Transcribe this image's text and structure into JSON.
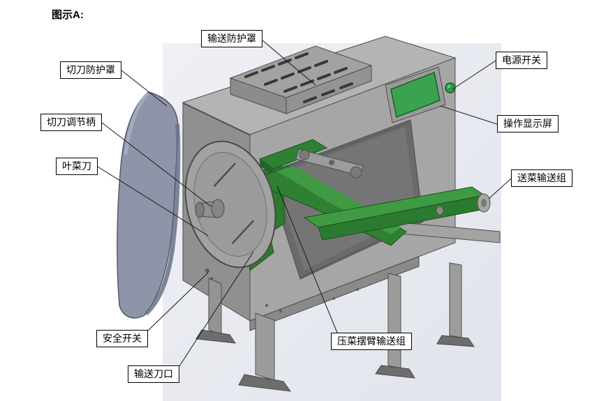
{
  "figure": {
    "caption": "图示A:"
  },
  "labels": {
    "conveyor_guard": "输送防护罩",
    "power_switch": "电源开关",
    "cutter_guard": "切刀防护罩",
    "operation_display": "操作显示屏",
    "cutter_adjust_handle": "切刀调节柄",
    "leaf_knife": "叶菜刀",
    "feed_conveyor": "送菜输送组",
    "safety_switch": "安全开关",
    "press_arm_conveyor": "压菜摆臂输送组",
    "conveyor_knife_edge": "输送刀口"
  },
  "colors": {
    "backdrop": "#e9ebf1",
    "machine_body": "#a6a6a6",
    "machine_body_dark": "#8f8f8f",
    "guard_cover_blue_gray": "#8e95a9",
    "belt_green": "#2f8033",
    "belt_green_light": "#3f9a43",
    "display_screen_green": "#3aa34f",
    "power_button_green": "#2f9e44",
    "callout_border": "#000000"
  }
}
